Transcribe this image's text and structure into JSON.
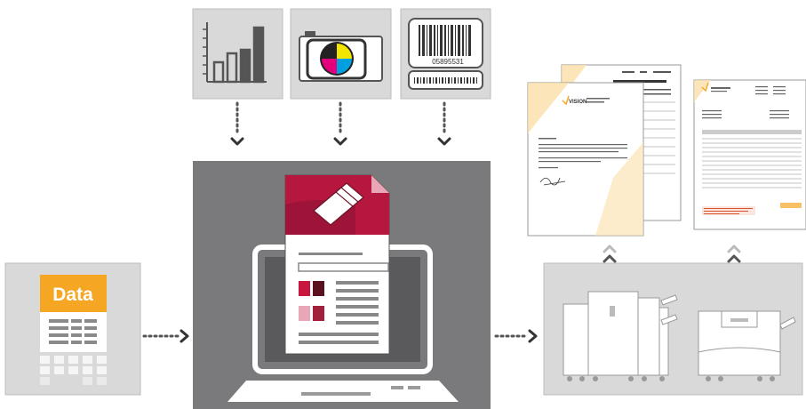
{
  "data_box": {
    "header_label": "Data",
    "header_color": "#f5a623"
  },
  "inputs": {
    "icons": [
      "bar-chart-icon",
      "color-cartridge-icon",
      "barcode-icon"
    ],
    "barcode_number": "05895531"
  },
  "documents": {
    "logo_text": "VISION"
  },
  "colors": {
    "panel_light": "#d9d9d9",
    "panel_dark": "#7a7a7c",
    "connector": "#333333",
    "accent_red": "#b5173f",
    "accent_dark_red": "#6e1428",
    "accent_pink": "#e8a6b7"
  }
}
